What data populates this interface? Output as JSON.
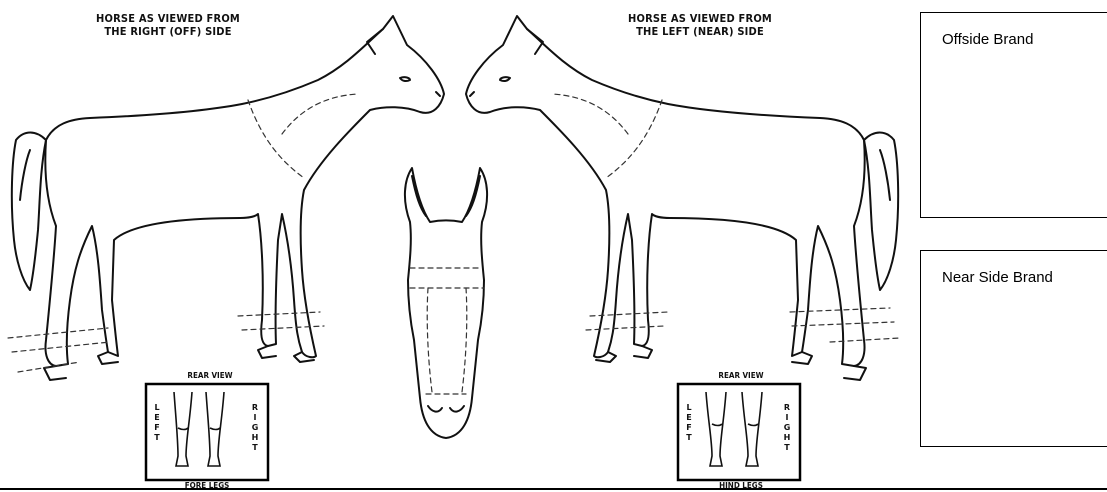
{
  "headers": {
    "right_side": [
      "HORSE AS VIEWED FROM",
      "THE RIGHT (OFF) SIDE"
    ],
    "left_side": [
      "HORSE AS VIEWED FROM",
      "THE LEFT (NEAR) SIDE"
    ]
  },
  "insets": {
    "fore": {
      "title": "REAR VIEW",
      "left": "LEFT",
      "right": "RIGHT",
      "caption": "FORE LEGS"
    },
    "hind": {
      "title": "REAR VIEW",
      "left": "LEFT",
      "right": "RIGHT",
      "caption": "HIND LEGS"
    }
  },
  "brand_boxes": {
    "offside": "Offside Brand",
    "nearside": "Near Side Brand"
  }
}
